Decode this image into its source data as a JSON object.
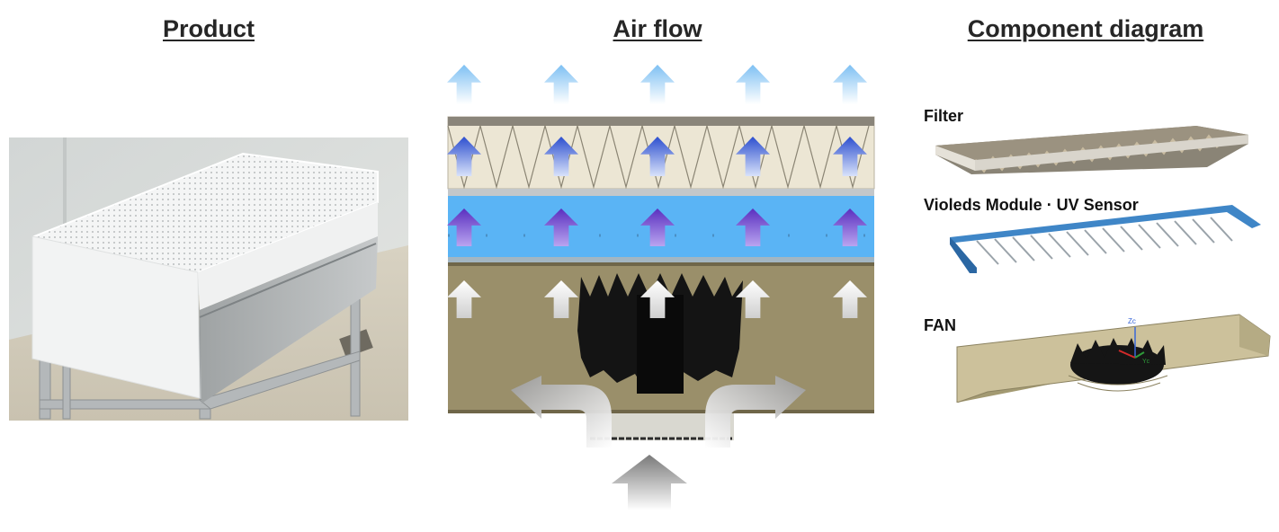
{
  "headings": {
    "product": "Product",
    "airflow": "Air flow",
    "component": "Component diagram"
  },
  "components": {
    "filter": "Filter",
    "violeds": "Violeds Module · UV Sensor",
    "fan": "FAN"
  },
  "axis_labels": {
    "z": "Zc",
    "y": "Yc"
  },
  "colors": {
    "uv_module_blue": "#5ab4f5",
    "filter_beige": "#ece6d4",
    "fan_housing_olive": "#9a8f6a",
    "heading_text": "#262626",
    "arrow_outlet_light_blue": "#9cd0f7",
    "arrow_filter_blue": "#3c5fd6",
    "arrow_uv_purple": "#6a3cc8",
    "arrow_fan_white": "#ffffff",
    "arrow_inlet_gray": "#8a8a8a"
  },
  "icons": {
    "outlet": "light-blue-up-arrow",
    "filter": "blue-up-arrow",
    "uv": "purple-up-arrow",
    "fan": "white-up-arrow",
    "inlet": "gray-up-arrow",
    "side_exhaust": "gray-curved-arrow"
  }
}
